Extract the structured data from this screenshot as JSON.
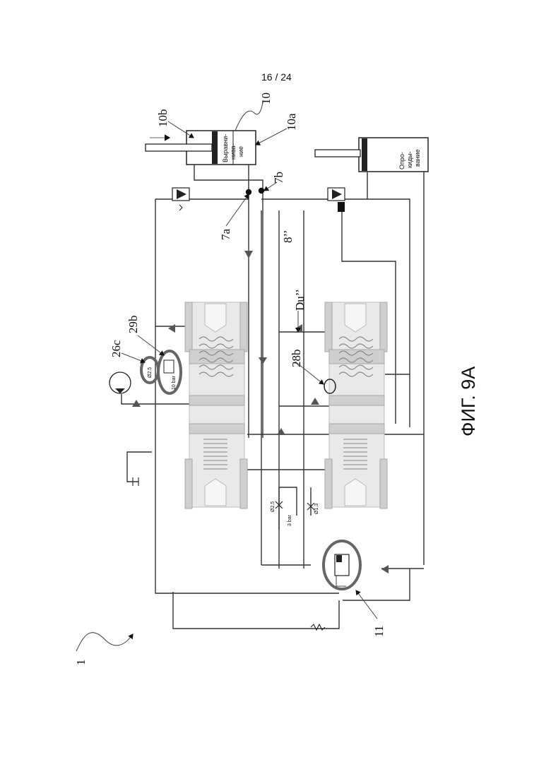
{
  "page_number": "16 / 24",
  "figure_caption": "ФИГ. 9А",
  "reference_labels": {
    "r1": "1",
    "r10": "10",
    "r10a": "10a",
    "r10b": "10b",
    "r7a": "7a",
    "r7b": "7b",
    "r8": "8’’",
    "rDu": "Du’’",
    "r28b": "28b",
    "r29b": "29b",
    "r26c": "26c",
    "r11": "11"
  },
  "cylinders": {
    "leveling": [
      "Выравни-",
      "нива-",
      "ние"
    ],
    "tipping": [
      "Опро-",
      "киды-",
      "вание"
    ]
  },
  "component_text": {
    "orifice_25": "Ø2.5",
    "relief_10bar": "10 bar",
    "orifice_25_lower": "Ø2.5",
    "relief_3bar": "3 bar",
    "orifice_13": "Ø1.3"
  }
}
